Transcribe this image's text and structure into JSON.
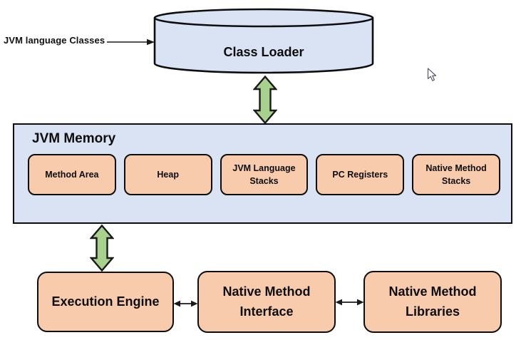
{
  "diagram": {
    "input_label": "JVM language Classes",
    "class_loader_label": "Class Loader",
    "jvm_memory": {
      "title": "JVM Memory",
      "components": [
        "Method Area",
        "Heap",
        "JVM Language Stacks",
        "PC Registers",
        "Native Method Stacks"
      ]
    },
    "bottom_row": {
      "execution_engine": "Execution Engine",
      "native_method_interface": "Native Method Interface",
      "native_method_libraries": "Native Method Libraries"
    },
    "colors": {
      "container_fill": "#dae3f3",
      "box_fill": "#f8cbad",
      "green_arrow_fill": "#a9d18e",
      "outline": "#000000",
      "background": "#ffffff"
    }
  }
}
